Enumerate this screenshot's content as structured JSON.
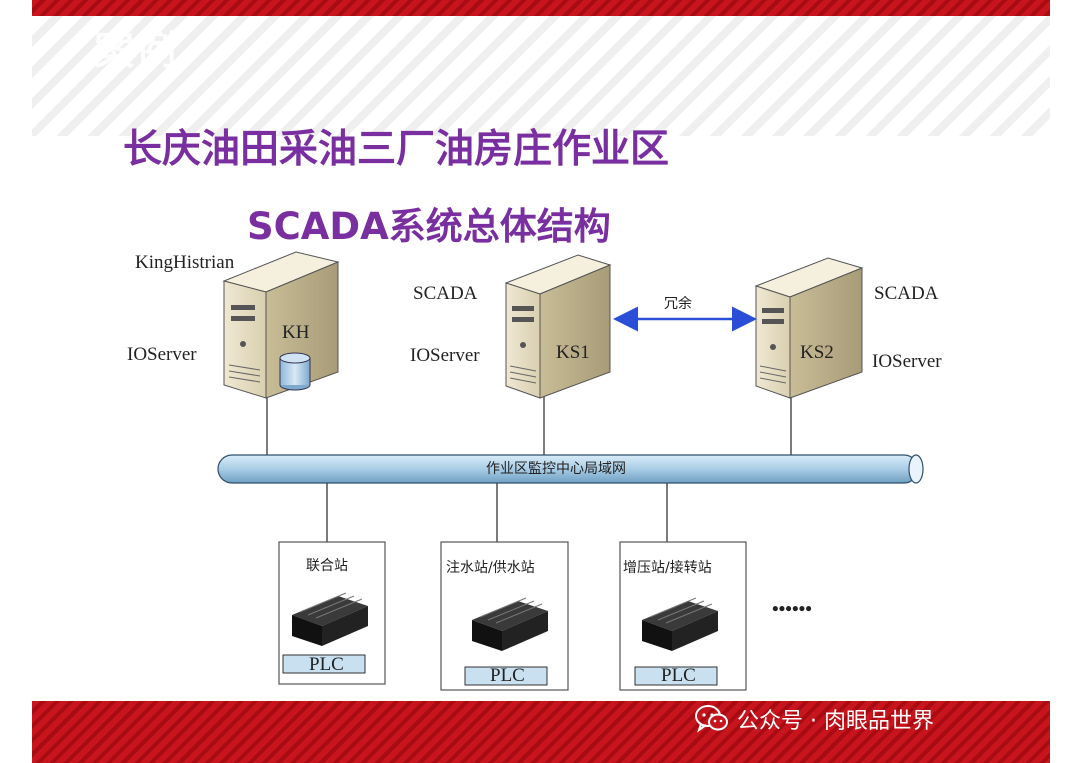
{
  "slide": {
    "corner_text": "案例",
    "title_line1": "长庆油田采油三厂油房庄作业区",
    "title_line2": "SCADA系统总体结构"
  },
  "servers": [
    {
      "top_label": "KingHistrian",
      "bottom_label": "IOServer",
      "box_label": "KH"
    },
    {
      "top_label": "SCADA",
      "bottom_label": "IOServer",
      "box_label": "KS1"
    },
    {
      "top_label": "SCADA",
      "bottom_label": "IOServer",
      "box_label": "KS2"
    }
  ],
  "redundancy_label": "冗余",
  "network_label": "作业区監控中心局域网",
  "stations": [
    {
      "name": "联合站",
      "plc": "PLC"
    },
    {
      "name": "注水站/供水站",
      "plc": "PLC"
    },
    {
      "name": "增压站/接转站",
      "plc": "PLC"
    }
  ],
  "ellipsis": "••••••",
  "watermark": {
    "icon": "wechat-icon",
    "text": "公众号 · 肉眼品世界"
  },
  "colors": {
    "title": "#7a2fa0",
    "band": "#c8141c",
    "bus": "#a9cde6",
    "arrow": "#2a4fd6"
  }
}
